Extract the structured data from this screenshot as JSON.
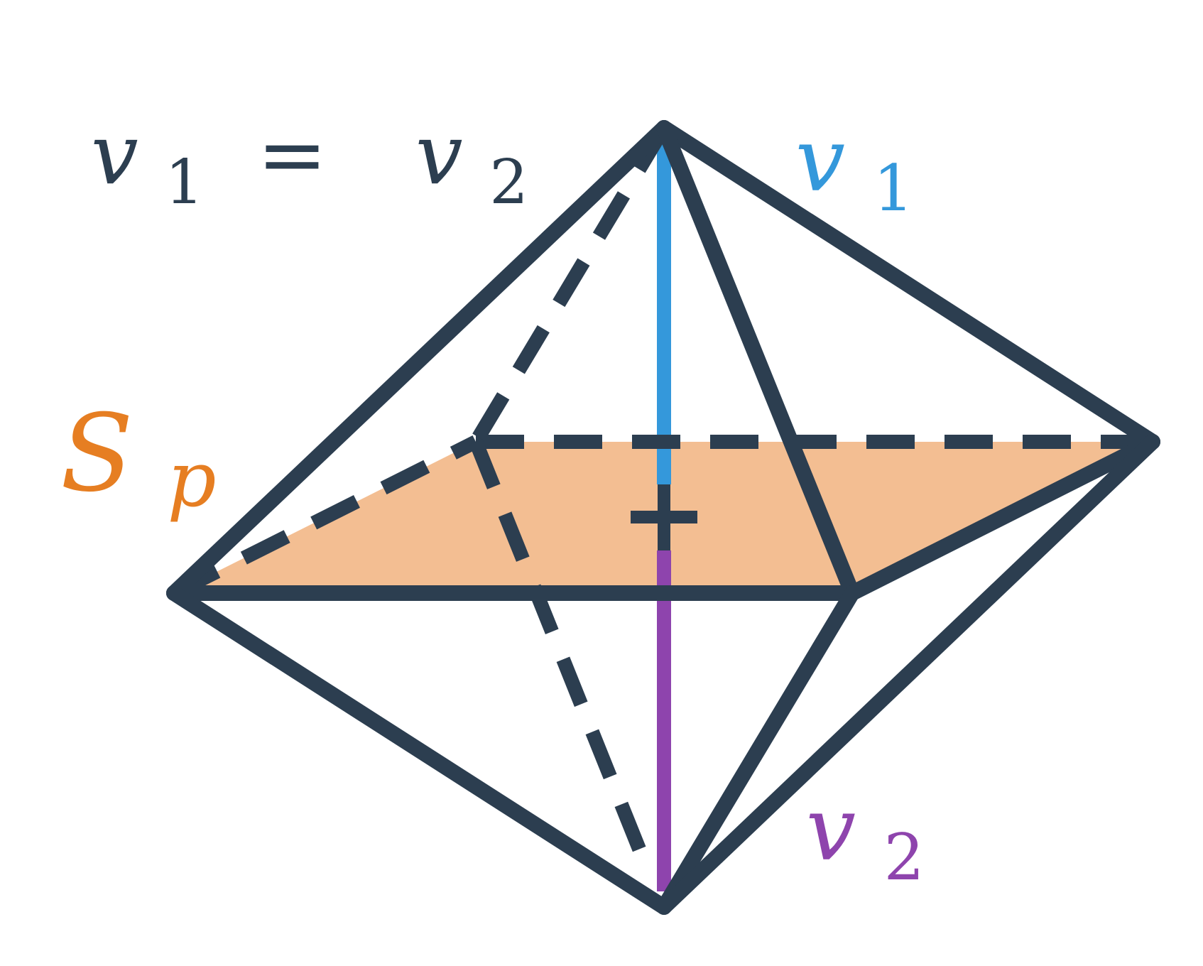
{
  "labels": {
    "equation": {
      "lhs_base": "v",
      "lhs_sub": "1",
      "equals": "=",
      "rhs_base": "v",
      "rhs_sub": "2"
    },
    "v1": {
      "base": "v",
      "sub": "1"
    },
    "v2": {
      "base": "v",
      "sub": "2"
    },
    "sp": {
      "base": "S",
      "sub": "p"
    }
  },
  "colors": {
    "edge": "#2c3e50",
    "v1": "#3498db",
    "v2": "#8e44ad",
    "plane_label": "#e67e22",
    "plane_fill": "#f3be92"
  }
}
